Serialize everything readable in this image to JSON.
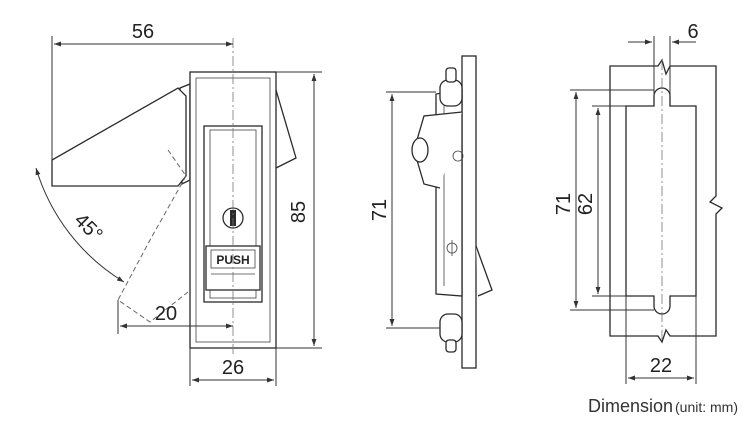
{
  "dimensions": {
    "front_width_total": "56",
    "front_height": "85",
    "front_angle": "45°",
    "front_offset": "20",
    "front_width": "26",
    "side_height": "71",
    "cutout_slot": "6",
    "cutout_outer": "71",
    "cutout_inner": "62",
    "cutout_width": "22"
  },
  "labels": {
    "push": "PUSH",
    "caption_main": "Dimension",
    "caption_unit": "(unit:  mm)"
  }
}
